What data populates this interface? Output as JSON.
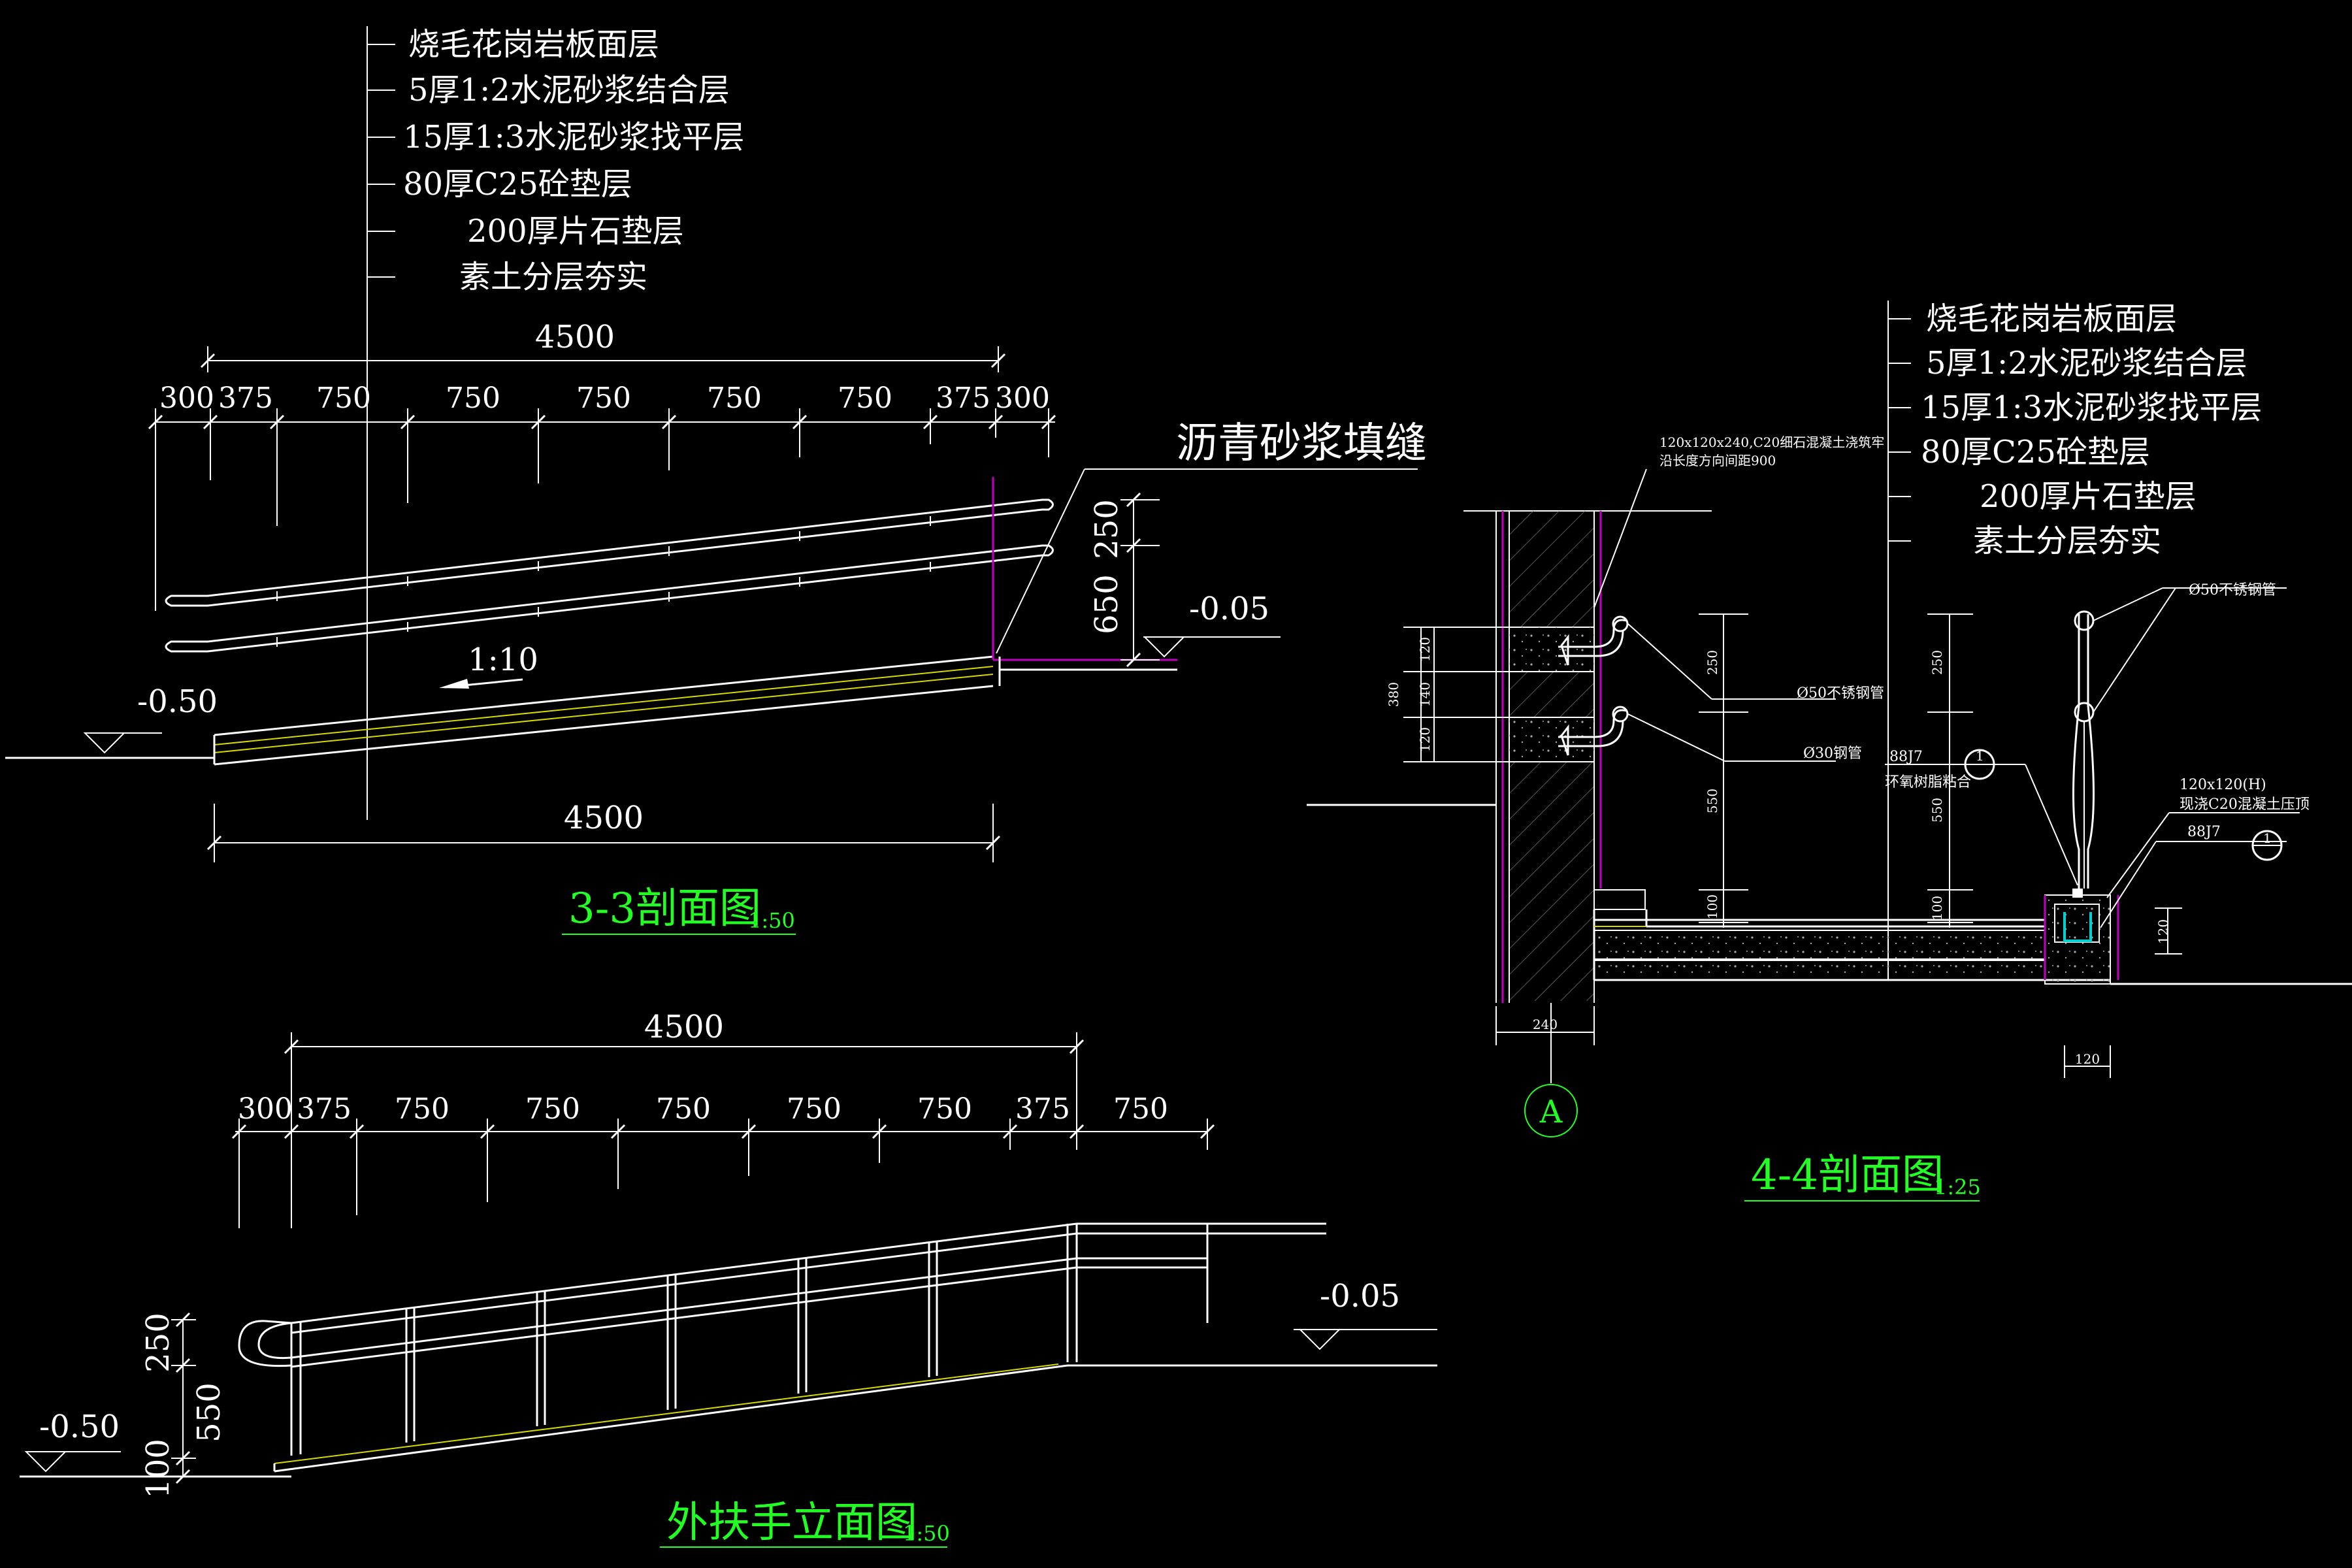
{
  "layers_left": [
    "烧毛花岗岩板面层",
    "5厚1:2水泥砂浆结合层",
    "15厚1:3水泥砂浆找平层",
    "80厚C25砼垫层",
    "200厚片石垫层",
    "素土分层夯实"
  ],
  "layers_right": [
    "烧毛花岗岩板面层",
    "5厚1:2水泥砂浆结合层",
    "15厚1:3水泥砂浆找平层",
    "80厚C25砼垫层",
    "200厚片石垫层",
    "素土分层夯实"
  ],
  "section33": {
    "total_top": "4500",
    "dims_top": [
      "300",
      "375",
      "750",
      "750",
      "750",
      "750",
      "750",
      "375",
      "300"
    ],
    "total_bottom": "4500",
    "slope": "1:10",
    "level_low": "-0.50",
    "level_high": "-0.05",
    "note": "沥青砂浆填缝",
    "dim_250": "250",
    "dim_650": "650",
    "title": "3-3剖面图",
    "scale": "1:50"
  },
  "section44": {
    "note_top_1": "120x120x240,C20细石混凝土浇筑牢",
    "note_top_2": "沿长度方向间距900",
    "pipe_label_1": "Ø50不锈钢管",
    "pipe_label_2": "Ø30钢管",
    "pipe_right": "Ø50不锈钢管",
    "ref_1": "88J7",
    "epoxy": "环氧树脂粘合",
    "cap_1": "120x120(H)",
    "cap_2": "现浇C20混凝土压顶",
    "ref_2": "88J7",
    "dims_left": [
      "120",
      "140",
      "120"
    ],
    "dim_380": "380",
    "dims_v1": [
      "250",
      "550",
      "100"
    ],
    "dims_v2": [
      "250",
      "550",
      "100"
    ],
    "dim_120_r": "120",
    "dim_240": "240",
    "dim_120_b": "120",
    "axis": "A",
    "mark_1": "1",
    "mark_2": "1",
    "title": "4-4剖面图",
    "scale": "1:25"
  },
  "elevation": {
    "total": "4500",
    "dims": [
      "300",
      "375",
      "750",
      "750",
      "750",
      "750",
      "750",
      "375",
      "750"
    ],
    "level_low": "-0.50",
    "level_high": "-0.05",
    "v_dims": [
      "250",
      "550",
      "100"
    ],
    "title": "外扶手立面图",
    "scale": "1:50"
  }
}
